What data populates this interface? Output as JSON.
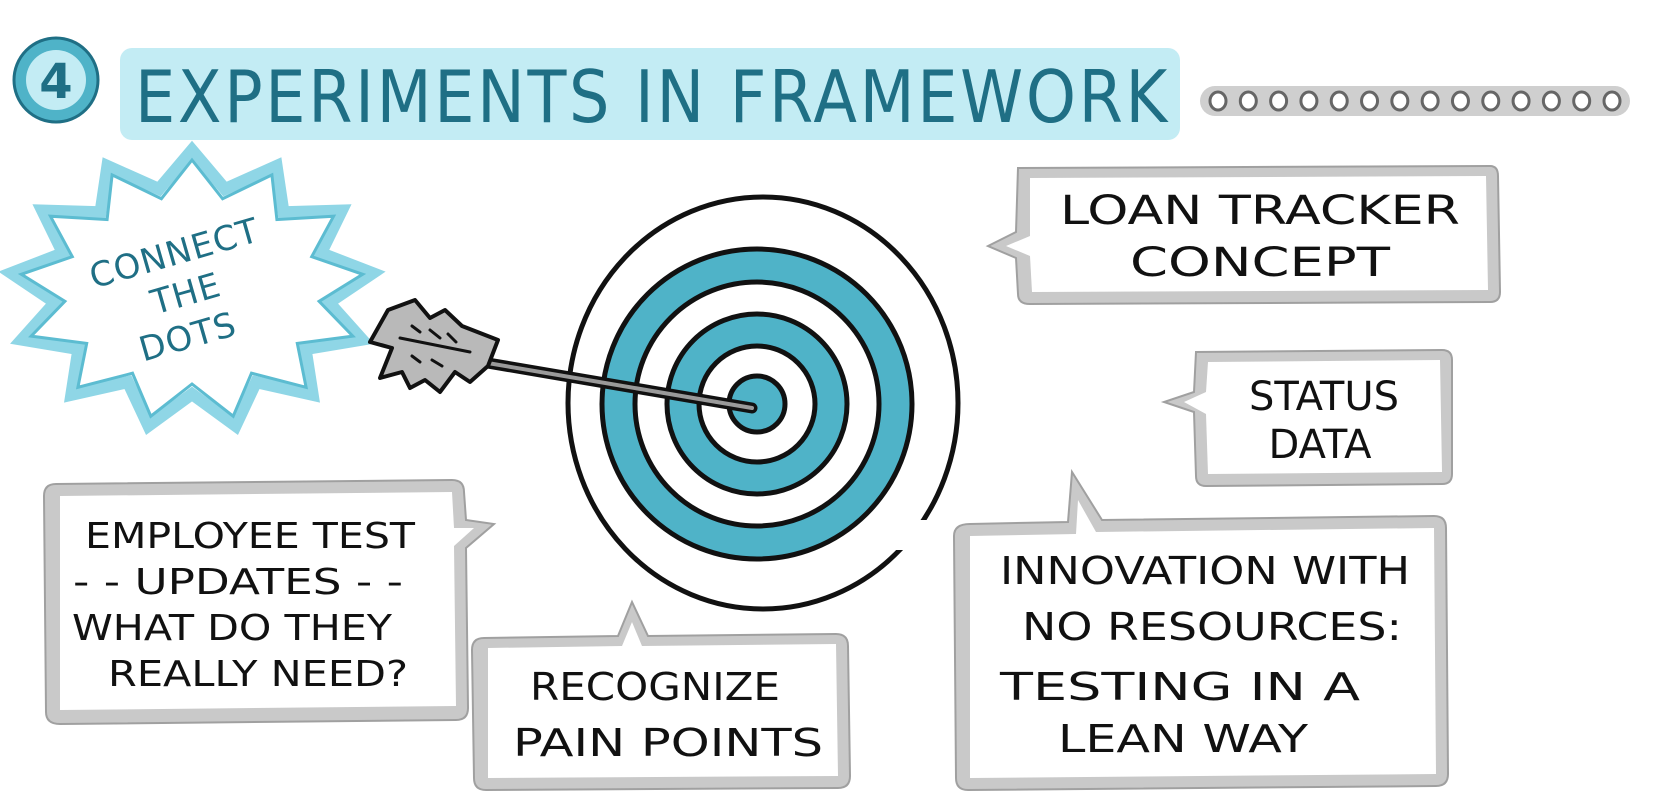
{
  "header": {
    "number": "4",
    "title": "EXPERIMENTS IN FRAMEWORK",
    "dot_count": 14
  },
  "starburst": {
    "lines": [
      "CONNECT",
      "THE",
      "DOTS"
    ]
  },
  "bubbles": {
    "loan_tracker": {
      "lines": [
        "LOAN TRACKER",
        "CONCEPT"
      ]
    },
    "status_data": {
      "lines": [
        "STATUS",
        "DATA"
      ]
    },
    "employee_test": {
      "lines": [
        "EMPLOYEE TEST",
        "- - UPDATES - -",
        "WHAT DO THEY",
        "REALLY NEED?"
      ]
    },
    "pain_points": {
      "lines": [
        "RECOGNIZE",
        "PAIN POINTS"
      ]
    },
    "innovation": {
      "lines": [
        "INNOVATION WITH",
        "NO RESOURCES:",
        "TESTING IN A",
        "LEAN WAY"
      ]
    }
  },
  "colors": {
    "teal": "#4fb3c8",
    "teal_light": "#c3ecf4",
    "teal_text": "#1f6f85",
    "grey_border": "#a9a9a9",
    "grey_fill": "#c9c9c9",
    "ink": "#111111"
  },
  "icons": {
    "target": "target-icon",
    "arrow": "arrow-icon"
  }
}
